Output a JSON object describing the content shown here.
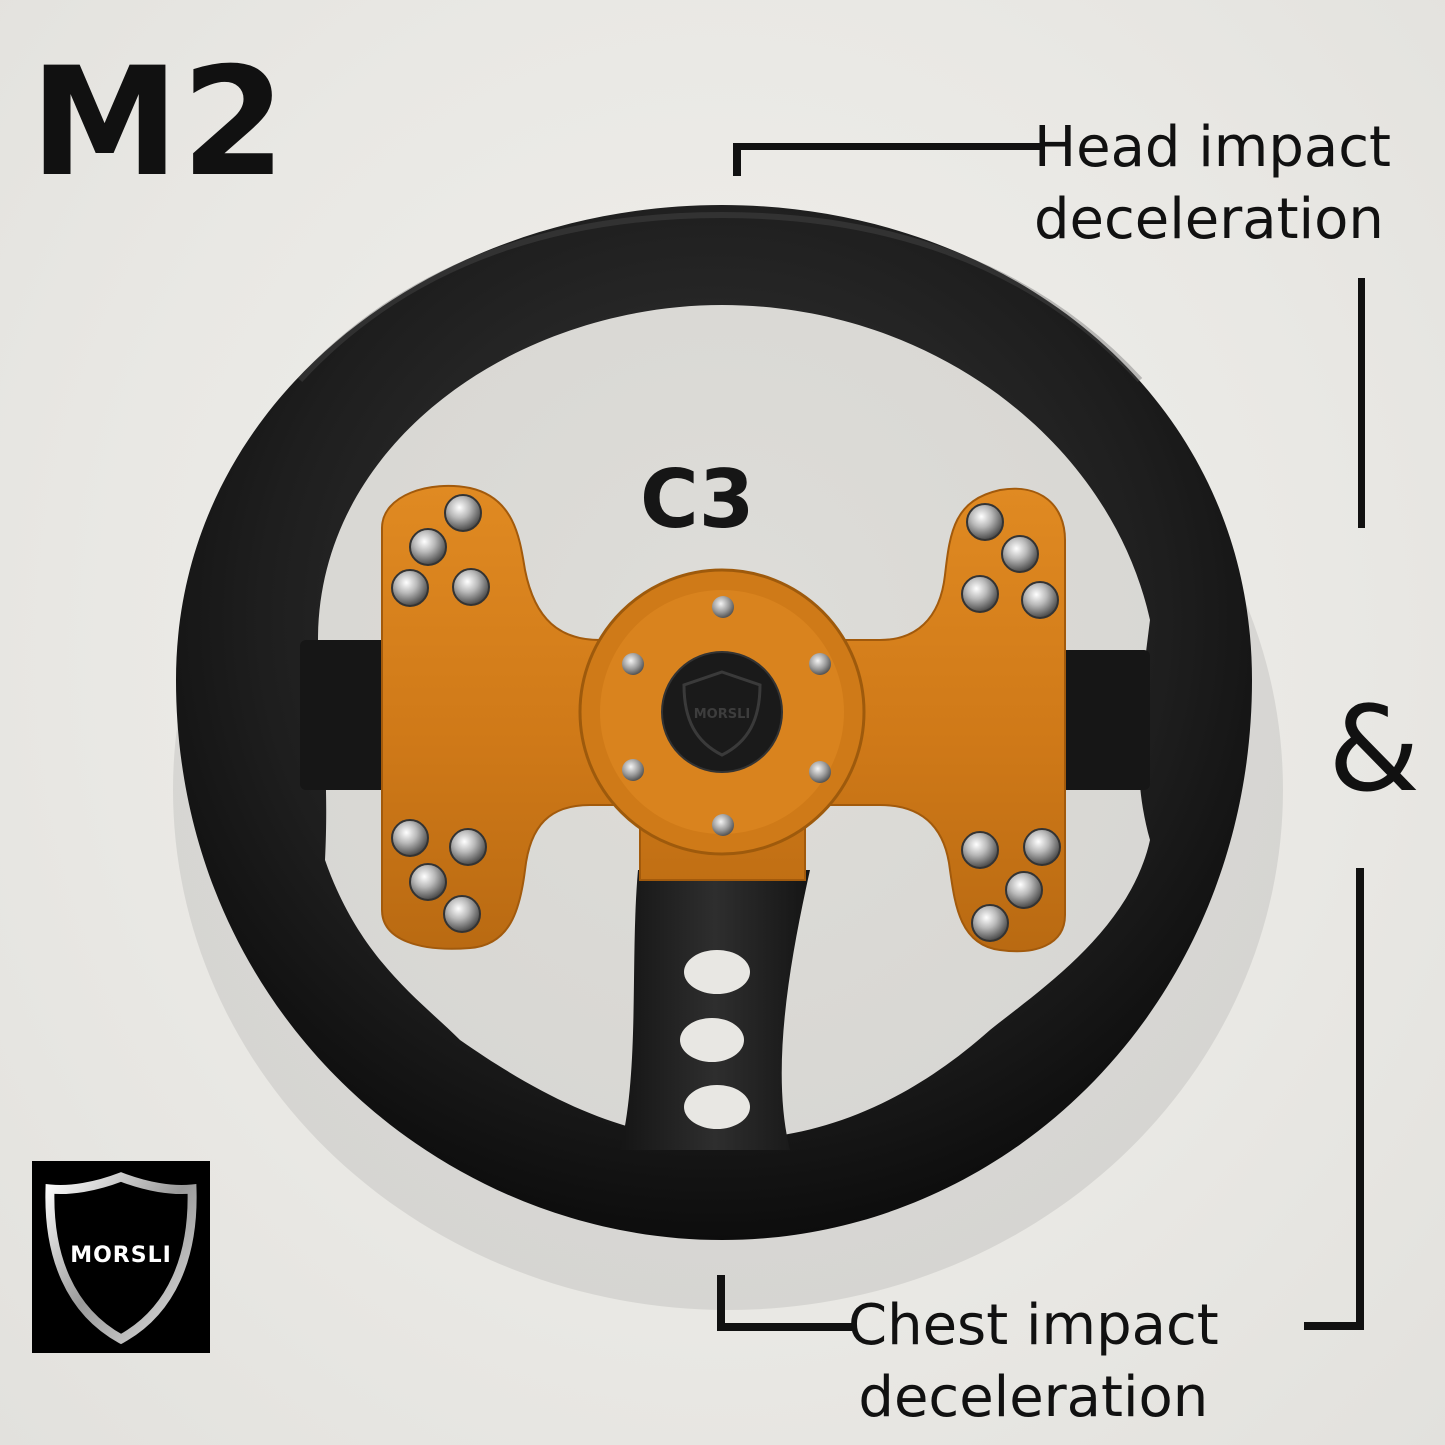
{
  "title": "M2",
  "center_label": "C3",
  "callouts": {
    "head": {
      "line1": "Head impact",
      "line2": "deceleration"
    },
    "chest": {
      "line1": "Chest impact",
      "line2": "deceleration"
    },
    "connector": "&"
  },
  "brand": {
    "logo_text": "MORSLI",
    "hub_text": "MORSLI"
  },
  "colors": {
    "rim": "#1c1c1c",
    "plate": "#d27d1a",
    "background": "#ecebe7",
    "text": "#111111"
  }
}
